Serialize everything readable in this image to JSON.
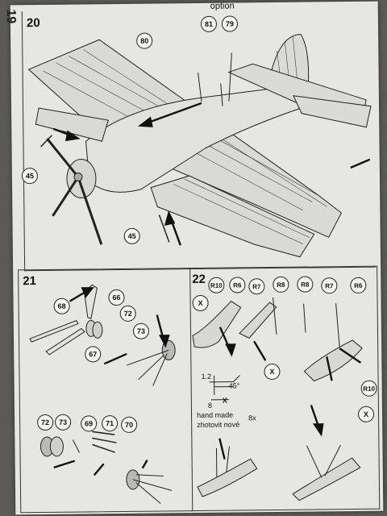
{
  "page": {
    "number": "19"
  },
  "steps": {
    "s20": {
      "number": "20",
      "option_label": "option",
      "callouts": [
        "80",
        "81",
        "79",
        "45",
        "45"
      ]
    },
    "s21": {
      "number": "21",
      "callouts": [
        "68",
        "66",
        "72",
        "73",
        "67",
        "72",
        "73",
        "69",
        "71",
        "70"
      ]
    },
    "s22": {
      "number": "22",
      "callouts": [
        "R10",
        "R6",
        "R7",
        "R8",
        "R8",
        "R7",
        "R6",
        "X",
        "X",
        "X",
        "R10"
      ],
      "detail": {
        "dim_vertical": "1.2",
        "angle": "45°",
        "dim_horizontal": "8",
        "marker": "X",
        "note_en": "hand made",
        "note_cz": "zhotovit nové",
        "quantity": "8x"
      }
    }
  },
  "colors": {
    "paper": "#e6e7e5",
    "ink": "#222222",
    "background": "#5b5a58"
  },
  "icons": [
    "airplane-drawing",
    "landing-gear-drawing",
    "ski-drawing",
    "arrow-icon"
  ]
}
